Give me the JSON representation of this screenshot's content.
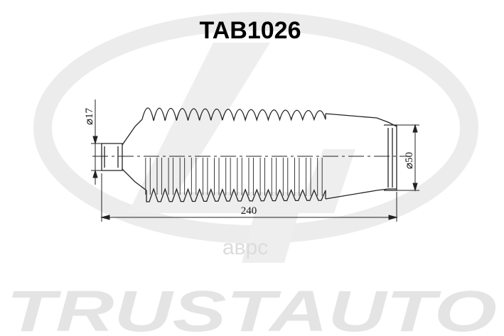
{
  "part": {
    "number": "TAB1026"
  },
  "dimensions": {
    "small_diameter": "⌀17",
    "large_diameter": "⌀50",
    "length": "240"
  },
  "watermark": {
    "brand": "TRUSTAUTO",
    "site": "аврс"
  },
  "colors": {
    "line": "#222222",
    "watermark": "#e4e4e4"
  }
}
